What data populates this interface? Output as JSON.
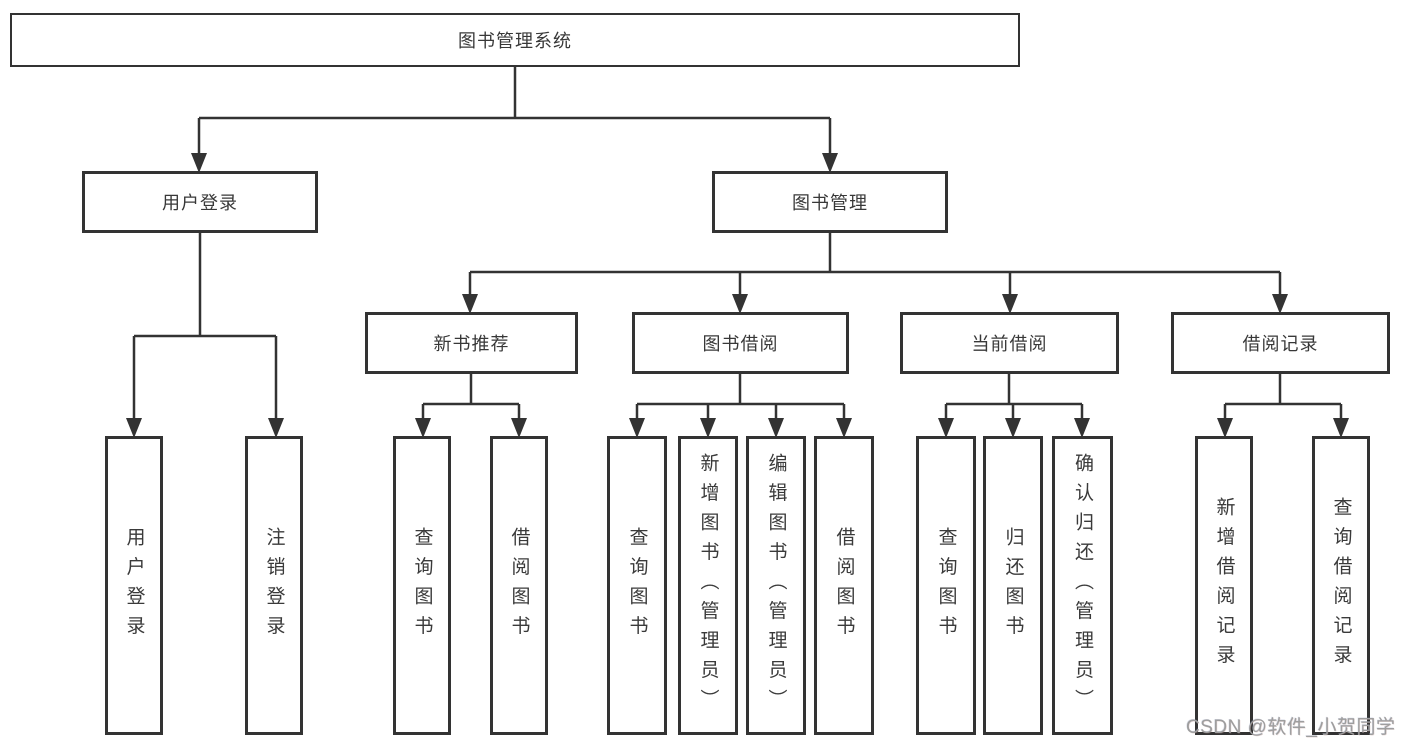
{
  "tree": {
    "root": {
      "label": "图书管理系统"
    },
    "user": {
      "label": "用户登录",
      "children": [
        {
          "label": "用户登录"
        },
        {
          "label": "注销登录"
        }
      ]
    },
    "mgmt": {
      "label": "图书管理",
      "groups": [
        {
          "label": "新书推荐",
          "children": [
            {
              "label": "查询图书"
            },
            {
              "label": "借阅图书"
            }
          ]
        },
        {
          "label": "图书借阅",
          "children": [
            {
              "label": "查询图书"
            },
            {
              "label": "新增图书（管理员）"
            },
            {
              "label": "编辑图书（管理员）"
            },
            {
              "label": "借阅图书"
            }
          ]
        },
        {
          "label": "当前借阅",
          "children": [
            {
              "label": "查询图书"
            },
            {
              "label": "归还图书"
            },
            {
              "label": "确认归还（管理员）"
            }
          ]
        },
        {
          "label": "借阅记录",
          "children": [
            {
              "label": "新增借阅记录"
            },
            {
              "label": "查询借阅记录"
            }
          ]
        }
      ]
    }
  },
  "watermark": {
    "text": "CSDN @软件_小贺同学"
  },
  "colors": {
    "line": "#333333",
    "box_border": "#333333",
    "text": "#3a3a3a",
    "watermark": "#9e9e9e",
    "background": "#ffffff"
  }
}
